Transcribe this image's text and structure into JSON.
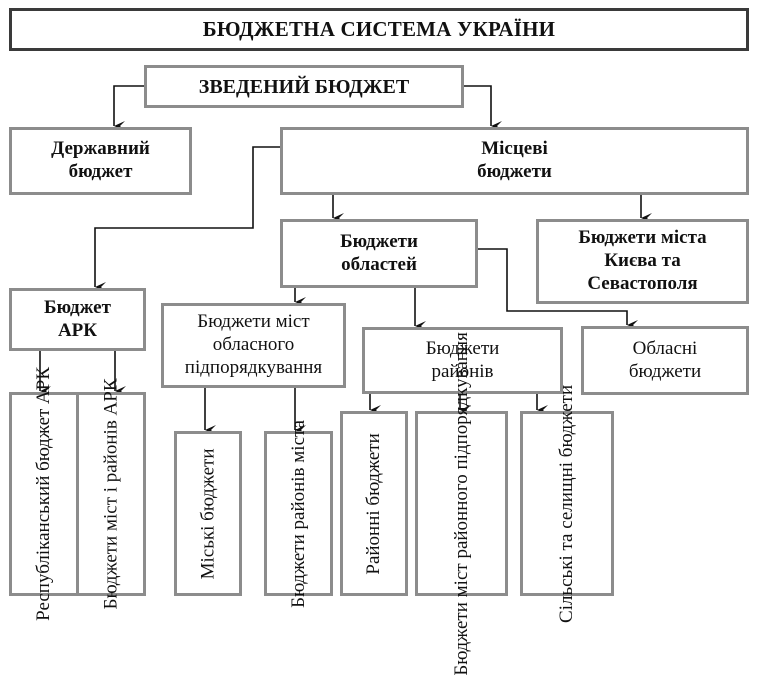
{
  "title": "БЮДЖЕТНА СИСТЕМА УКРАЇНИ",
  "nodes": {
    "consolidated": "ЗВЕДЕНИЙ БЮДЖЕТ",
    "state": "Державний\nбюджет",
    "local": "Місцеві\nбюджети",
    "regions": "Бюджети\nобластей",
    "kyiv_sevastopol": "Бюджети міста\nКиєва та\nСевастополя",
    "ark": "Бюджет\nАРК",
    "cities_regional": "Бюджети міст\nобласного\nпідпорядкування",
    "districts": "Бюджети\nрайонів",
    "regional_budgets": "Обласні\nбюджети",
    "ark_republican": "Республіканський\nбюджет АРК",
    "ark_cities_districts": "Бюджети міст і\nрайонів АРК",
    "city_budgets": "Міські\nбюджети",
    "city_district_budgets": "Бюджети\nрайонів міста",
    "district_budgets": "Районні\nбюджети",
    "cities_district_sub": "Бюджети міст\nрайонного\nпідпорядкування",
    "village_settlement": "Сільські та\nселищні\nбюджети"
  },
  "edges": [
    [
      "consolidated",
      "state"
    ],
    [
      "consolidated",
      "local"
    ],
    [
      "local",
      "ark"
    ],
    [
      "local",
      "regions"
    ],
    [
      "local",
      "kyiv_sevastopol"
    ],
    [
      "regions",
      "cities_regional"
    ],
    [
      "regions",
      "districts"
    ],
    [
      "regions",
      "regional_budgets"
    ],
    [
      "ark",
      "ark_republican"
    ],
    [
      "ark",
      "ark_cities_districts"
    ],
    [
      "cities_regional",
      "city_budgets"
    ],
    [
      "cities_regional",
      "city_district_budgets"
    ],
    [
      "districts",
      "district_budgets"
    ],
    [
      "districts",
      "cities_district_sub"
    ],
    [
      "districts",
      "village_settlement"
    ]
  ]
}
